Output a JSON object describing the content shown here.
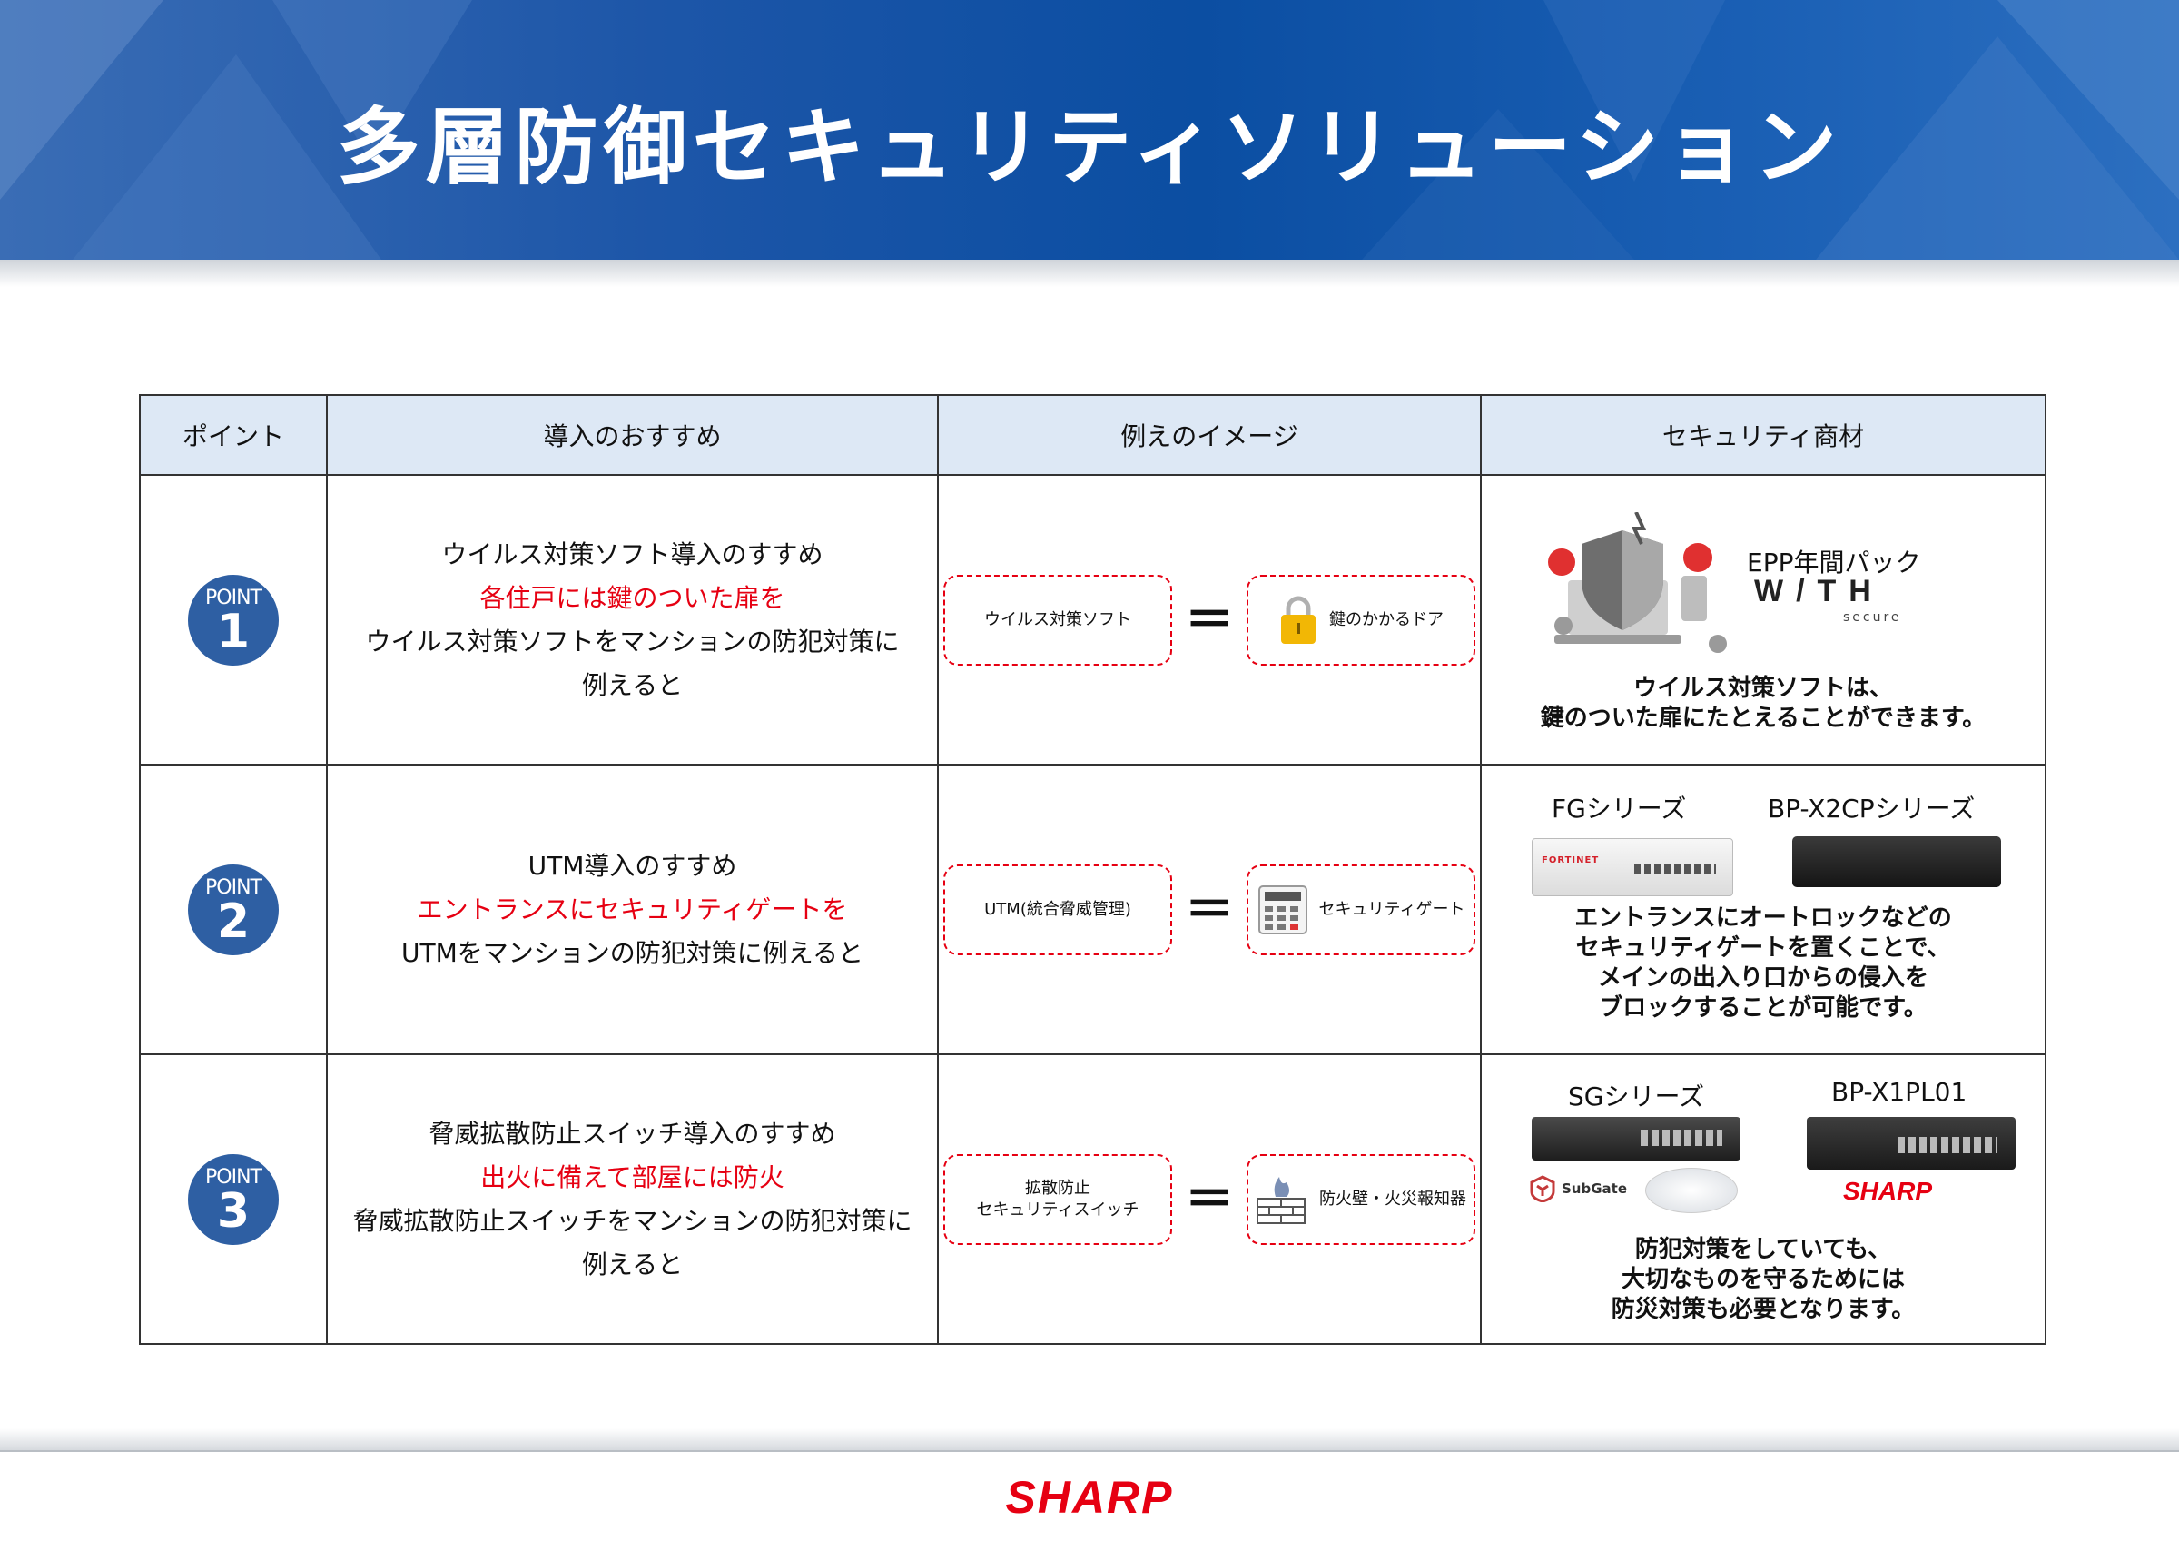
{
  "title": "多層防御セキュリティソリューション",
  "headers": [
    "ポイント",
    "導入のおすすめ",
    "例えのイメージ",
    "セキュリティ商材"
  ],
  "rows": [
    {
      "badge_label": "POINT",
      "badge_num": "1",
      "rec_lines": [
        "ウイルス対策ソフト導入のすすめ",
        "各住戸には鍵のついた扉を",
        "ウイルス対策ソフトをマンションの防犯対策に",
        "例えると"
      ],
      "left_box": "ウイルス対策ソフト",
      "equals": "＝",
      "right_box": "鍵のかかるドア",
      "product_name": "EPP年間パック",
      "product_brand": "W/TH",
      "product_brand_sub": "secure",
      "caption": [
        "ウイルス対策ソフトは、",
        "鍵のついた扉にたとえることができます。"
      ]
    },
    {
      "badge_label": "POINT",
      "badge_num": "2",
      "rec_lines": [
        "UTM導入のすすめ",
        "エントランスにセキュリティゲートを",
        "UTMをマンションの防犯対策に例えると"
      ],
      "left_box": "UTM(統合脅威管理)",
      "equals": "＝",
      "right_box": "セキュリティゲート",
      "product_a": "FGシリーズ",
      "product_b": "BP-X2CPシリーズ",
      "product_a_brand": "FORTINET",
      "caption": [
        "エントランスにオートロックなどの",
        "セキュリティゲートを置くことで、",
        "メインの出入り口からの侵入を",
        "ブロックすることが可能です。"
      ]
    },
    {
      "badge_label": "POINT",
      "badge_num": "3",
      "rec_lines": [
        "脅威拡散防止スイッチ導入のすすめ",
        "出火に備えて部屋には防火",
        "脅威拡散防止スイッチをマンションの防犯対策に",
        "例えると"
      ],
      "left_box_1": "拡散防止",
      "left_box_2": "セキュリティスイッチ",
      "equals": "＝",
      "right_box": "防火壁・火災報知器",
      "product_a": "SGシリーズ",
      "product_b": "BP-X1PL01",
      "subgate": "SubGate",
      "sharp_small": "SHARP",
      "caption": [
        "防犯対策をしていても、",
        "大切なものを守るためには",
        "防災対策も必要となります。"
      ]
    }
  ],
  "footer_logo": "SHARP",
  "colors": {
    "header_blue": "#0b4ea2",
    "accent_red": "#e60012",
    "table_header": "#dde8f5",
    "badge_blue": "#2e5fa3"
  }
}
